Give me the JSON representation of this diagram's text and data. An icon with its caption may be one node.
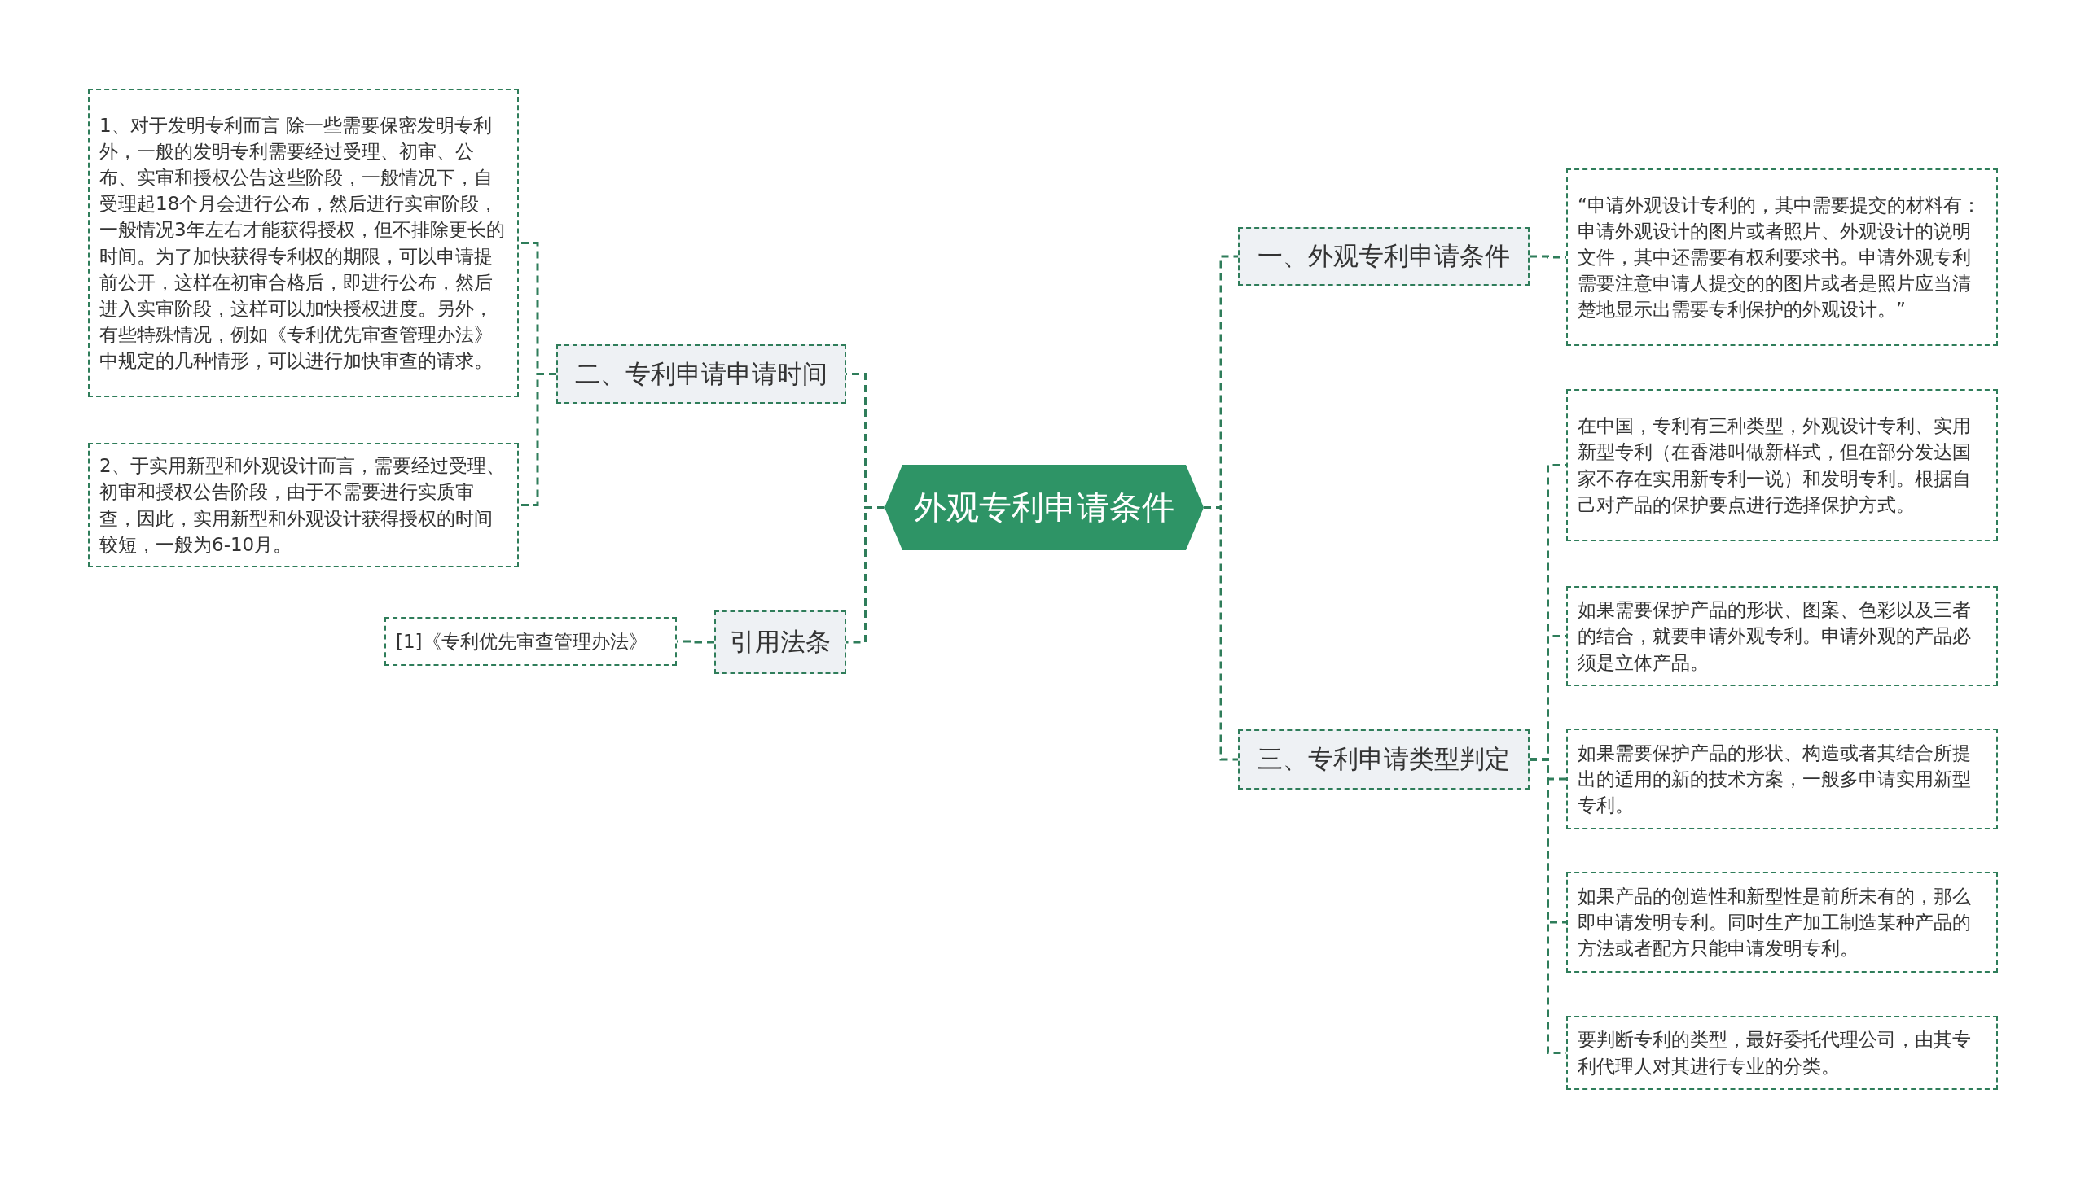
{
  "diagram": {
    "nodes": [
      {
        "text": [
          "外观专利申请条件"
        ]
      },
      {
        "text": [
          "一、外观专利申请条件"
        ]
      },
      {
        "text": [
          "“申请外观设计专利的，其中需要提交的材料有：申请外观设计的图片或者照片、外观设计的说明文件，其中还需要有权利要求书。申请外观专利需要注意申请人提交的的图片或者是照片应当清楚地显示出需要专利保护的外观设计。”"
        ]
      },
      {
        "text": [
          "二、专利申请申请时间"
        ]
      },
      {
        "text": [
          "1、对于发明专利而言 除一些需要保密发明专利外，一般的发明专利需要经过受理、初审、公布、实审和授权公告这些阶段，一般情况下，自受理起18个月会进行公布，然后进行实审阶段，一般情况3年左右才能获得授权，但不排除更长的时间。为了加快获得专利权的期限，可以申请提前公开，这样在初审合格后，即进行公布，然后进入实审阶段，这样可以加快授权进度。另外，有些特殊情况，例如《专利优先审查管理办法》中规定的几种情形，可以进行加快审查的请求。"
        ]
      },
      {
        "text": [
          "2、于实用新型和外观设计而言，需要经过受理、初审和授权公告阶段，由于不需要进行实质审查，因此，实用新型和外观设计获得授权的时间较短，一般为6-10月。"
        ]
      },
      {
        "text": [
          "引用法条"
        ]
      },
      {
        "text": [
          "[1]《专利优先审查管理办法》"
        ]
      },
      {
        "text": [
          "三、专利申请类型判定"
        ]
      },
      {
        "text": [
          "在中国，专利有三种类型，外观设计专利、实用新型专利（在香港叫做新样式，但在部分发达国家不存在实用新专利一说）和发明专利。根据自己对产品的保护要点进行选择保护方式。"
        ]
      },
      {
        "text": [
          "如果需要保护产品的形状、图案、色彩以及三者的结合，就要申请外观专利。申请外观的产品必须是立体产品。"
        ]
      },
      {
        "text": [
          "如果需要保护产品的形状、构造或者其结合所提出的适用的新的技术方案，一般多申请实用新型专利。"
        ]
      },
      {
        "text": [
          "如果产品的创造性和新型性是前所未有的，那么即申请发明专利。同时生产加工制造某种产品的方法或者配方只能申请发明专利。"
        ]
      },
      {
        "text": [
          "要判断专利的类型，最好委托代理公司，由其专利代理人对其进行专业的分类。"
        ]
      }
    ],
    "edges": [
      {
        "from": 0,
        "to": 1,
        "arrow": "none"
      },
      {
        "from": 1,
        "to": 2,
        "arrow": "none"
      },
      {
        "from": 0,
        "to": 3,
        "arrow": "none"
      },
      {
        "from": 3,
        "to": 4,
        "arrow": "none"
      },
      {
        "from": 3,
        "to": 5,
        "arrow": "none"
      },
      {
        "from": 0,
        "to": 6,
        "arrow": "none"
      },
      {
        "from": 6,
        "to": 7,
        "arrow": "none"
      },
      {
        "from": 0,
        "to": 8,
        "arrow": "none"
      },
      {
        "from": 8,
        "to": 9,
        "arrow": "none"
      },
      {
        "from": 8,
        "to": 10,
        "arrow": "none"
      },
      {
        "from": 8,
        "to": 11,
        "arrow": "none"
      },
      {
        "from": 8,
        "to": 12,
        "arrow": "none"
      },
      {
        "from": 8,
        "to": 13,
        "arrow": "none"
      }
    ]
  }
}
